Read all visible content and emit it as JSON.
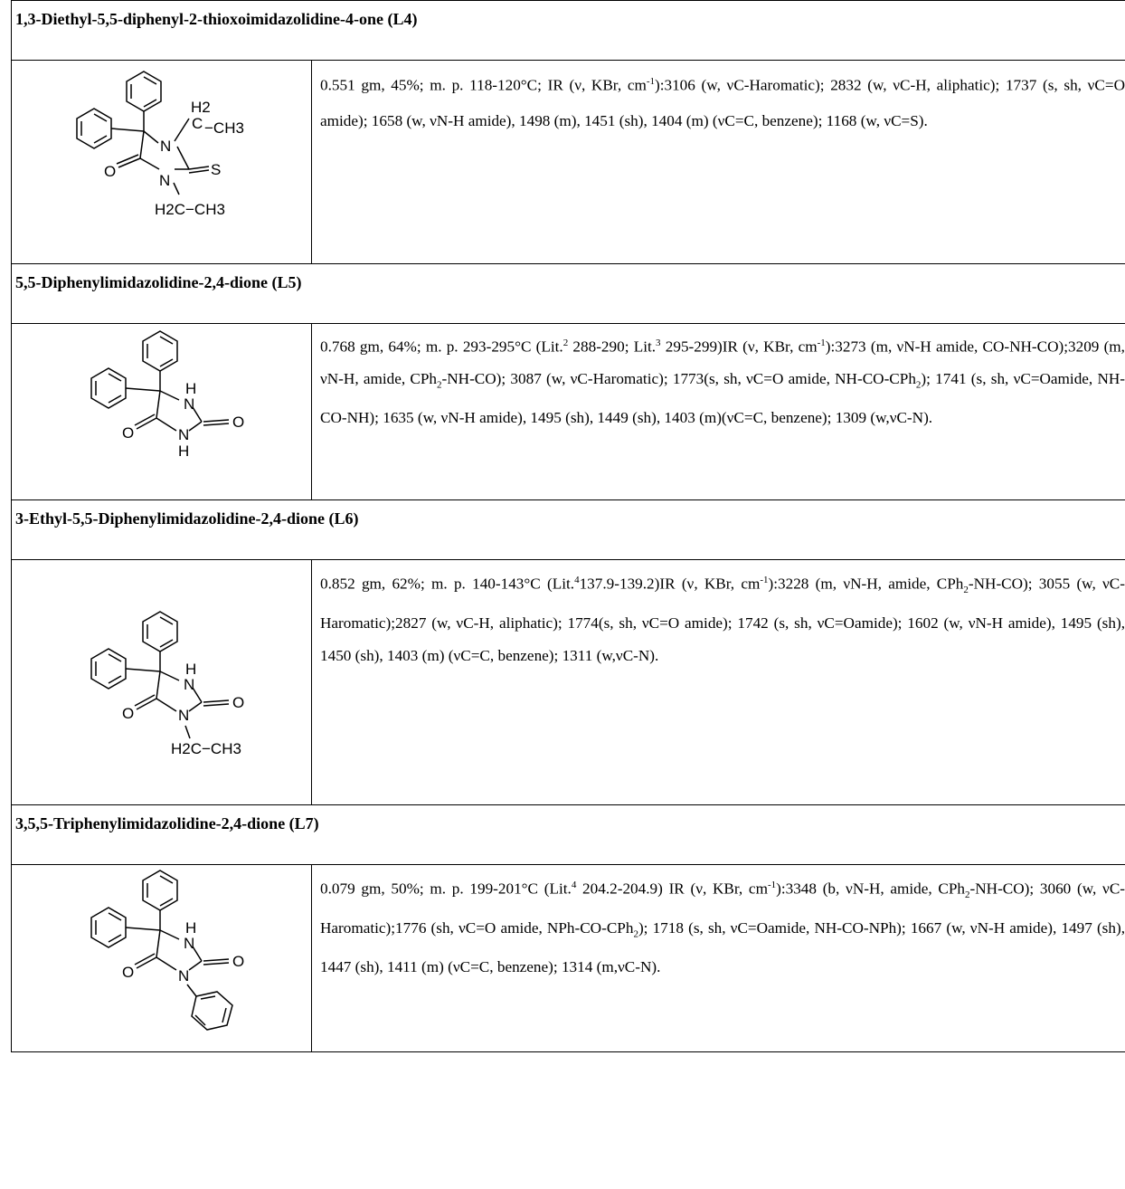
{
  "entries": [
    {
      "title": "1,3-Diethyl-5,5-diphenyl-2-thioxoimidazolidine-4-one (L4)",
      "desc": [
        "0.551 gm, 45%; m. p. 118-120°C; IR (ν, KBr, cm",
        "-1",
        "):3106 (w, νC-Haromatic); 2832 (w, νC-H, aliphatic); 1737 (s, sh, νC=O amide); 1658 (w, νN-H amide), 1498 (m), 1451 (sh), 1404 (m) (νC=C, benzene); 1168 (w, νC=S)."
      ],
      "structure_labels": [
        "H2",
        "C",
        "−CH3",
        "N",
        "S",
        "N",
        "O",
        "H2C−CH3"
      ]
    },
    {
      "title": "5,5-Diphenylimidazolidine-2,4-dione (L5)",
      "desc": [
        "0.768 gm, 64%; m. p. 293-295°C (Lit.",
        "2",
        " 288-290; Lit.",
        "3",
        " 295-299)IR (ν, KBr, cm",
        "-1",
        "):3273 (m, νN-H amide, CO-NH-CO);3209 (m, νN-H, amide, CPh",
        "2",
        "-NH-CO); 3087 (w, νC-Haromatic); 1773(s, sh, νC=O amide, NH-CO-CPh",
        "2",
        "); 1741 (s, sh, νC=Oamide, NH-CO-NH); 1635 (w, νN-H amide), 1495 (sh), 1449 (sh), 1403 (m)(νC=C, benzene); 1309 (w,νC-N)."
      ],
      "structure_labels": [
        "H",
        "N",
        "O",
        "N",
        "H",
        "O"
      ]
    },
    {
      "title": "3-Ethyl-5,5-Diphenylimidazolidine-2,4-dione (L6)",
      "desc": [
        "0.852 gm, 62%; m. p. 140-143°C (Lit.",
        "4",
        "137.9-139.2)IR (ν, KBr, cm",
        "-1",
        "):3228 (m, νN-H, amide, CPh",
        "2",
        "-NH-CO); 3055 (w, νC-Haromatic);2827 (w, νC-H, aliphatic); 1774(s, sh, νC=O amide); 1742 (s, sh, νC=Oamide); 1602 (w, νN-H amide), 1495 (sh), 1450 (sh), 1403 (m) (νC=C, benzene); 1311 (w,νC-N)."
      ],
      "structure_labels": [
        "H",
        "N",
        "O",
        "N",
        "O",
        "H2C−CH3"
      ]
    },
    {
      "title": "3,5,5-Triphenylimidazolidine-2,4-dione (L7)",
      "desc": [
        "0.079 gm, 50%; m. p. 199-201°C (Lit.",
        "4",
        " 204.2-204.9) IR (ν, KBr, cm",
        "-1",
        "):3348 (b, νN-H, amide, CPh",
        "2",
        "-NH-CO); 3060 (w, νC-Haromatic);1776 (sh, νC=O amide, NPh-CO-CPh",
        "2",
        "); 1718 (s, sh, νC=Oamide, NH-CO-NPh); 1667 (w, νN-H amide), 1497 (sh), 1447 (sh), 1411 (m) (νC=C, benzene); 1314 (m,νC-N)."
      ],
      "structure_labels": [
        "H",
        "N",
        "O",
        "N",
        "O"
      ]
    }
  ]
}
